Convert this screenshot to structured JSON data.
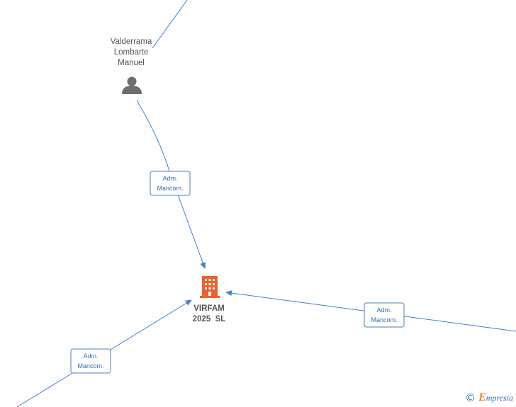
{
  "colors": {
    "edge": "#3f7fd0",
    "label_border": "#4a7fc1",
    "label_text": "#2f6db5",
    "person_icon": "#6e6e6e",
    "company_icon": "#f0602a",
    "node_text": "#555555"
  },
  "nodes": {
    "person": {
      "name_lines": [
        "Valderrama",
        "Lombarte",
        "Manuel"
      ],
      "icon": "person-icon"
    },
    "company": {
      "name_lines": [
        "VIRFAM",
        "2025  SL"
      ],
      "icon": "building-icon"
    }
  },
  "edges": [
    {
      "id": "top-person",
      "label_lines": []
    },
    {
      "id": "person-company",
      "label_lines": [
        "Adm.",
        "Mancom."
      ]
    },
    {
      "id": "right-company",
      "label_lines": [
        "Adm.",
        "Mancom."
      ]
    },
    {
      "id": "bottomleft-company",
      "label_lines": [
        "Adm.",
        "Mancom."
      ]
    }
  ],
  "watermark": {
    "copyright_symbol": "©",
    "brand_initial": "E",
    "brand_rest": "mpresia"
  }
}
